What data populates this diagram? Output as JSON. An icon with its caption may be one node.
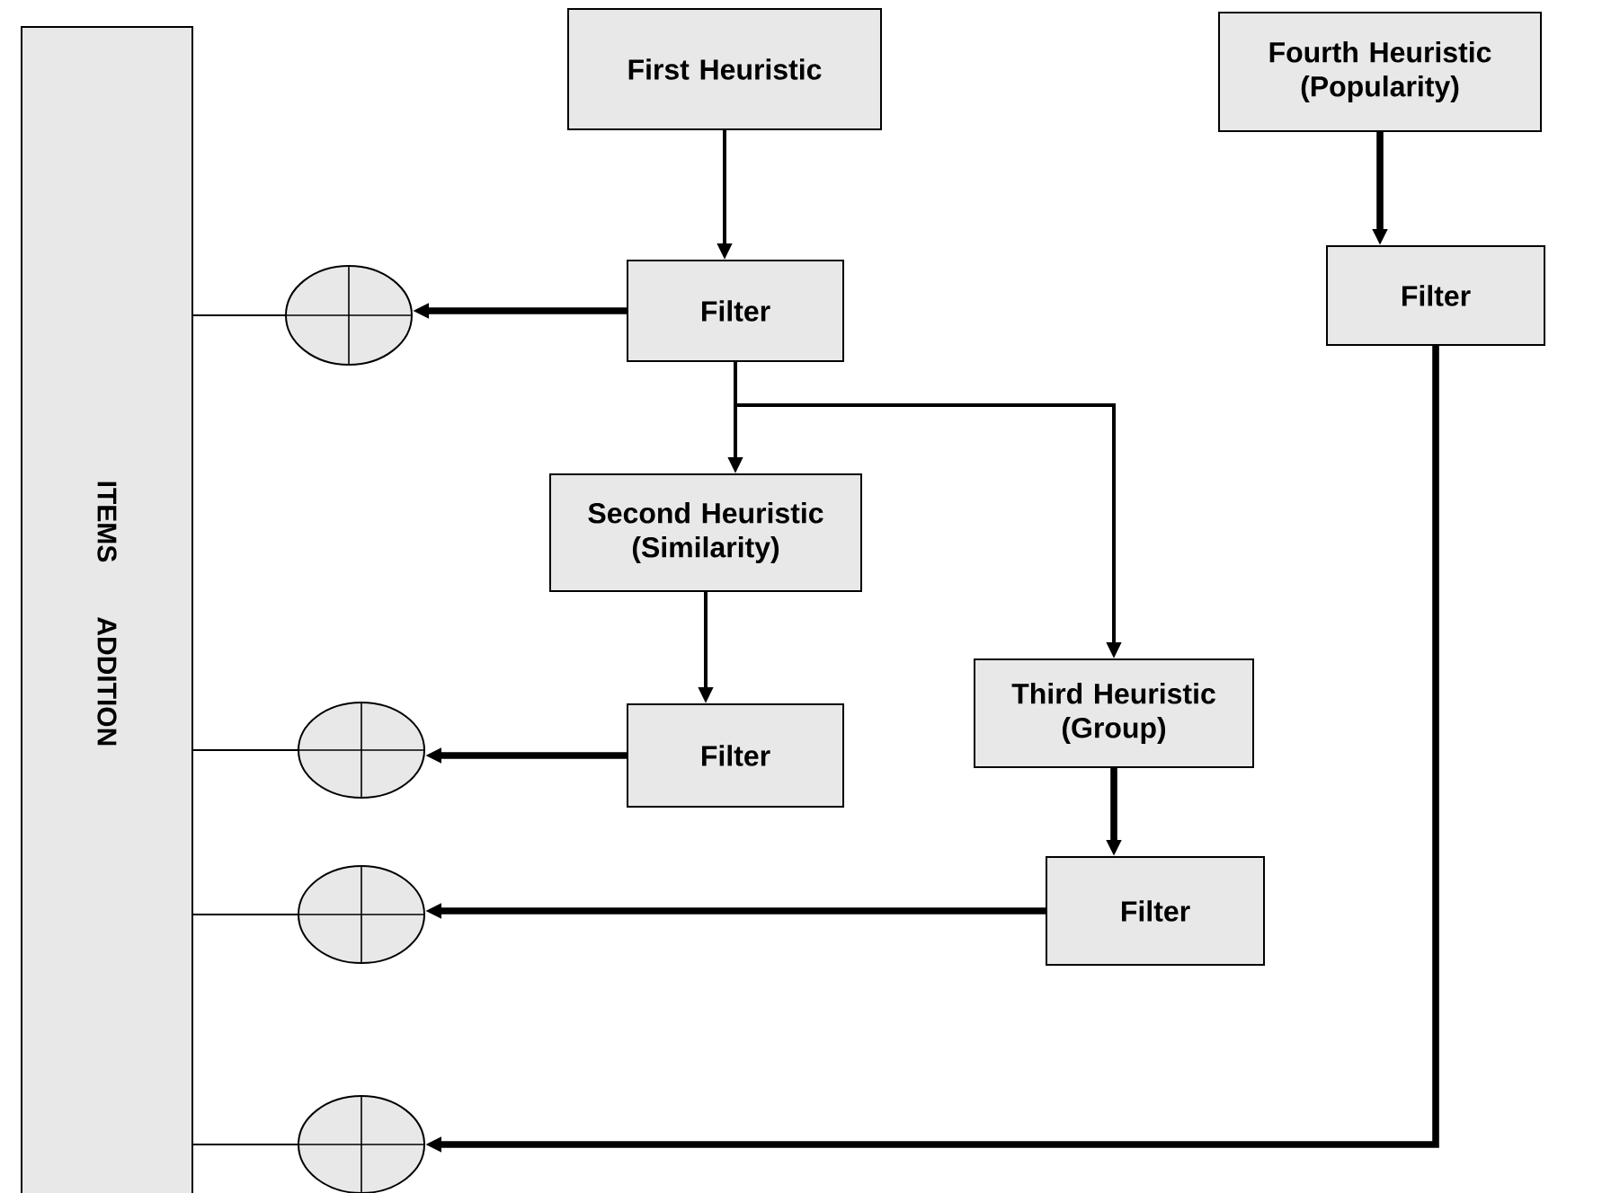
{
  "diagram": {
    "nodes": [
      {
        "text": [
          "ITEMS ADDITION"
        ]
      },
      {
        "text": [
          "First Heuristic"
        ]
      },
      {
        "text": [
          "Filter"
        ]
      },
      {
        "text": [
          "Second Heuristic (Similarity)"
        ]
      },
      {
        "text": [
          "Third Heuristic (Group)"
        ]
      },
      {
        "text": [
          "Filter"
        ]
      },
      {
        "text": [
          "Filter"
        ]
      },
      {
        "text": [
          "Fourth Heuristic (Popularity)"
        ]
      },
      {
        "text": [
          "Filter"
        ]
      },
      {
        "text": [],
        "shape": "circle"
      },
      {
        "text": [],
        "shape": "circle"
      },
      {
        "text": [],
        "shape": "circle"
      },
      {
        "text": [],
        "shape": "circle"
      }
    ],
    "edges": [
      {
        "from": 1,
        "to": 2,
        "arrow": "to"
      },
      {
        "from": 2,
        "to": 9,
        "arrow": "to",
        "style": "thick"
      },
      {
        "from": 9,
        "to": 0,
        "arrow": "none"
      },
      {
        "from": 2,
        "to": 3,
        "arrow": "to"
      },
      {
        "from": 2,
        "to": 4,
        "arrow": "to"
      },
      {
        "from": 3,
        "to": 5,
        "arrow": "to"
      },
      {
        "from": 5,
        "to": 10,
        "arrow": "to",
        "style": "thick"
      },
      {
        "from": 10,
        "to": 0,
        "arrow": "none"
      },
      {
        "from": 4,
        "to": 6,
        "arrow": "to",
        "style": "thick"
      },
      {
        "from": 6,
        "to": 11,
        "arrow": "to",
        "style": "thick"
      },
      {
        "from": 11,
        "to": 0,
        "arrow": "none"
      },
      {
        "from": 7,
        "to": 8,
        "arrow": "to",
        "style": "thick"
      },
      {
        "from": 8,
        "to": 12,
        "arrow": "to",
        "style": "thick"
      },
      {
        "from": 12,
        "to": 0,
        "arrow": "none"
      }
    ]
  }
}
